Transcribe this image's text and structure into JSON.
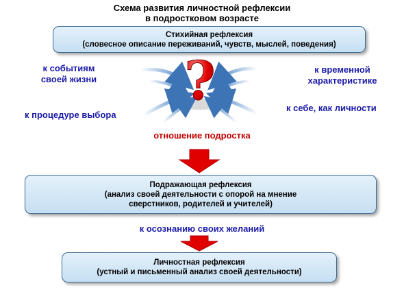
{
  "title": {
    "line1": "Схема развития личностной рефлексии",
    "line2": "в подростковом возрасте"
  },
  "stage1": {
    "title": "Стихийная рефлексия",
    "subtitle": "(словесное описание переживаний, чувств, мыслей, поведения)"
  },
  "directions": {
    "events_line1": "к событиям",
    "events_line2": "своей жизни",
    "time_line1": "к временной",
    "time_line2": "характеристике",
    "choice": "к процедуре выбора",
    "self": "к себе, как личности"
  },
  "attitude_label": "отношение подростка",
  "stage2": {
    "title": "Подражающая рефлексия",
    "line1": "(анализ своей деятельности с опорой на мнение",
    "line2": "сверстников, родителей и учителей)"
  },
  "transition_label": "к осознанию своих желаний",
  "stage3": {
    "title": "Личностная рефлексия",
    "subtitle": "(устный и письменный анализ своей деятельности)"
  },
  "colors": {
    "box_border": "#3d6a8f",
    "box_fill": "#c6dff2",
    "direction_text": "#1a1aa8",
    "accent_red": "#e00000",
    "arrow_blue": "#4a86c8"
  },
  "icons": {
    "center": "question-mark-icon",
    "flow": "red-down-arrow-icon"
  }
}
